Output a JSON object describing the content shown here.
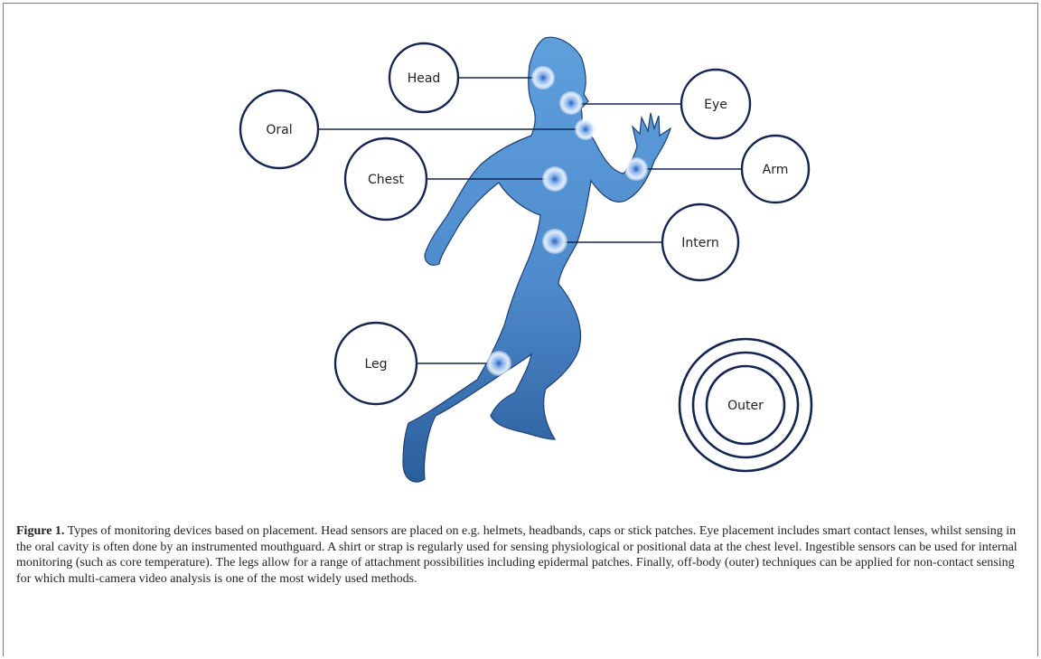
{
  "labels": {
    "head": "Head",
    "oral": "Oral",
    "chest": "Chest",
    "eye": "Eye",
    "arm": "Arm",
    "intern": "Intern",
    "leg": "Leg",
    "outer": "Outer"
  },
  "caption": {
    "label": "Figure 1.",
    "text": " Types of monitoring devices based on placement. Head sensors are placed on e.g. helmets, headbands, caps or stick patches. Eye placement includes smart contact lenses, whilst sensing in the oral cavity is often done by an instrumented mouthguard. A shirt or strap is regularly used for sensing physiological or positional data at the chest level. Ingestible sensors can be used for internal monitoring (such as core temperature). The legs allow for a range of attachment possibilities including epidermal patches. Finally, off-body (outer) techniques can be applied for non-contact sensing for which multi-camera video analysis is one of the most widely used methods."
  },
  "colors": {
    "circle_stroke": "#142552",
    "body_fill_light": "#5d9ad8",
    "body_fill_dark": "#2c5c9c",
    "body_stroke": "#1e3f72"
  }
}
